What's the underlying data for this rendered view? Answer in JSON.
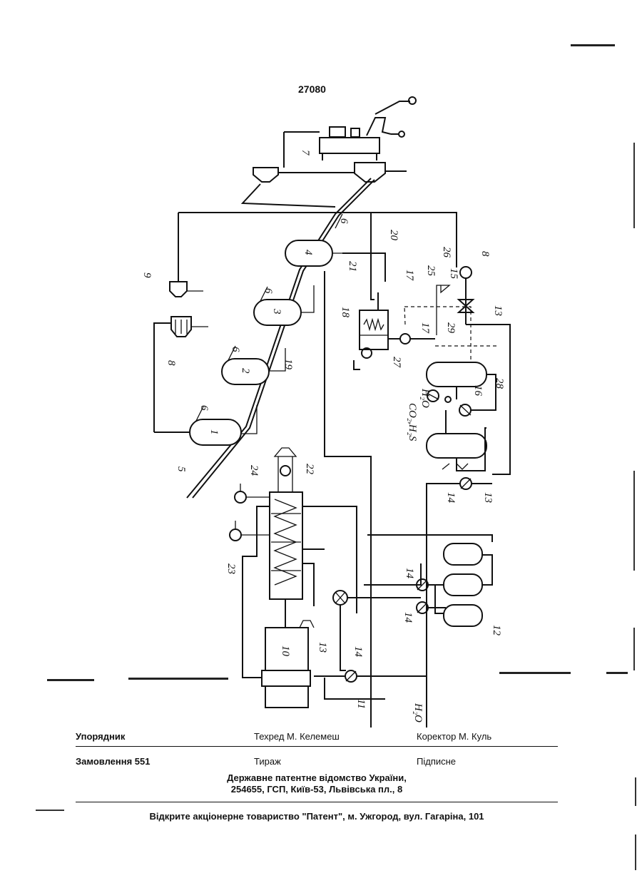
{
  "document": {
    "page_number": "27080"
  },
  "diagram": {
    "labels": {
      "n1": "1",
      "n2": "2",
      "n3": "3",
      "n4": "4",
      "n5": "5",
      "n6": "6",
      "n7": "7",
      "n8": "8",
      "n9": "9",
      "n10": "10",
      "n11": "11",
      "n12": "12",
      "n13": "13",
      "n14": "14",
      "n15": "15",
      "n16": "16",
      "n17": "17",
      "n18": "18",
      "n19": "19",
      "n20": "20",
      "n21": "21",
      "n22": "22",
      "n23": "23",
      "n24": "24",
      "n25": "25",
      "n26": "26",
      "n27": "27",
      "n28": "28",
      "n29": "29",
      "gas": "CO₂,H₂S",
      "gas2": "H₂O",
      "water": "H₂O"
    }
  },
  "footer": {
    "compiler": "Упорядник",
    "techred": "Техред М. Келемеш",
    "corrector": "Коректор М. Куль",
    "order": "Замовлення 551",
    "circulation": "Тираж",
    "subscription": "Підписне",
    "office_line1": "Державне патентне відомство України,",
    "office_line2": "254655, ГСП, Київ-53, Львівська пл., 8",
    "publisher": "Відкрите акціонерне товариство \"Патент\", м. Ужгород, вул. Гагаріна, 101"
  }
}
